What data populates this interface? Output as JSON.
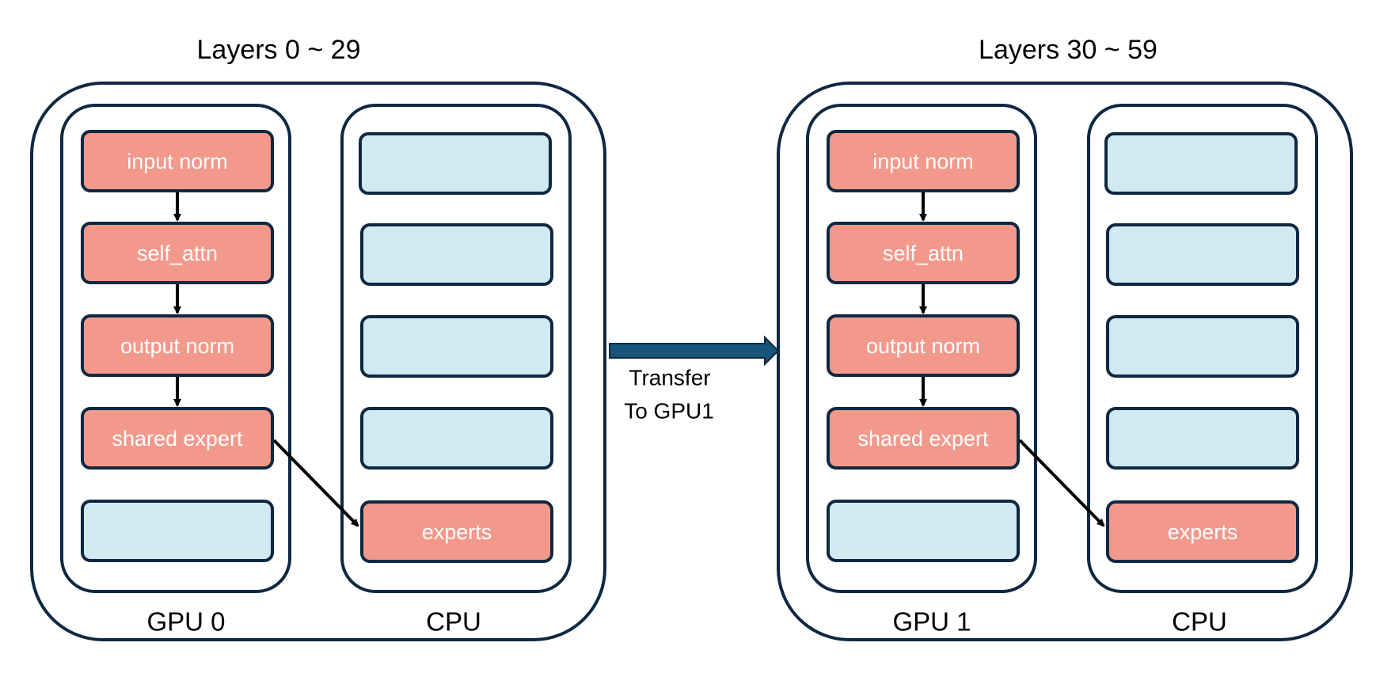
{
  "colors": {
    "outline": "#0e2841",
    "module_fill": "#f2998c",
    "empty_fill": "#d0eaf2",
    "arrow": "#000000",
    "transfer_arrow": "#17557a",
    "text_dark": "#000000",
    "text_light": "#ffffff"
  },
  "groups": [
    {
      "title": "Layers 0 ~ 29",
      "gpu": {
        "label": "GPU 0",
        "modules": [
          "input norm",
          "self_attn",
          "output norm",
          "shared expert"
        ]
      },
      "cpu": {
        "label": "CPU",
        "modules": [
          "experts"
        ]
      }
    },
    {
      "title": "Layers 30 ~ 59",
      "gpu": {
        "label": "GPU 1",
        "modules": [
          "input norm",
          "self_attn",
          "output norm",
          "shared expert"
        ]
      },
      "cpu": {
        "label": "CPU",
        "modules": [
          "experts"
        ]
      }
    }
  ],
  "transfer": {
    "line1": "Transfer",
    "line2": "To GPU1"
  }
}
